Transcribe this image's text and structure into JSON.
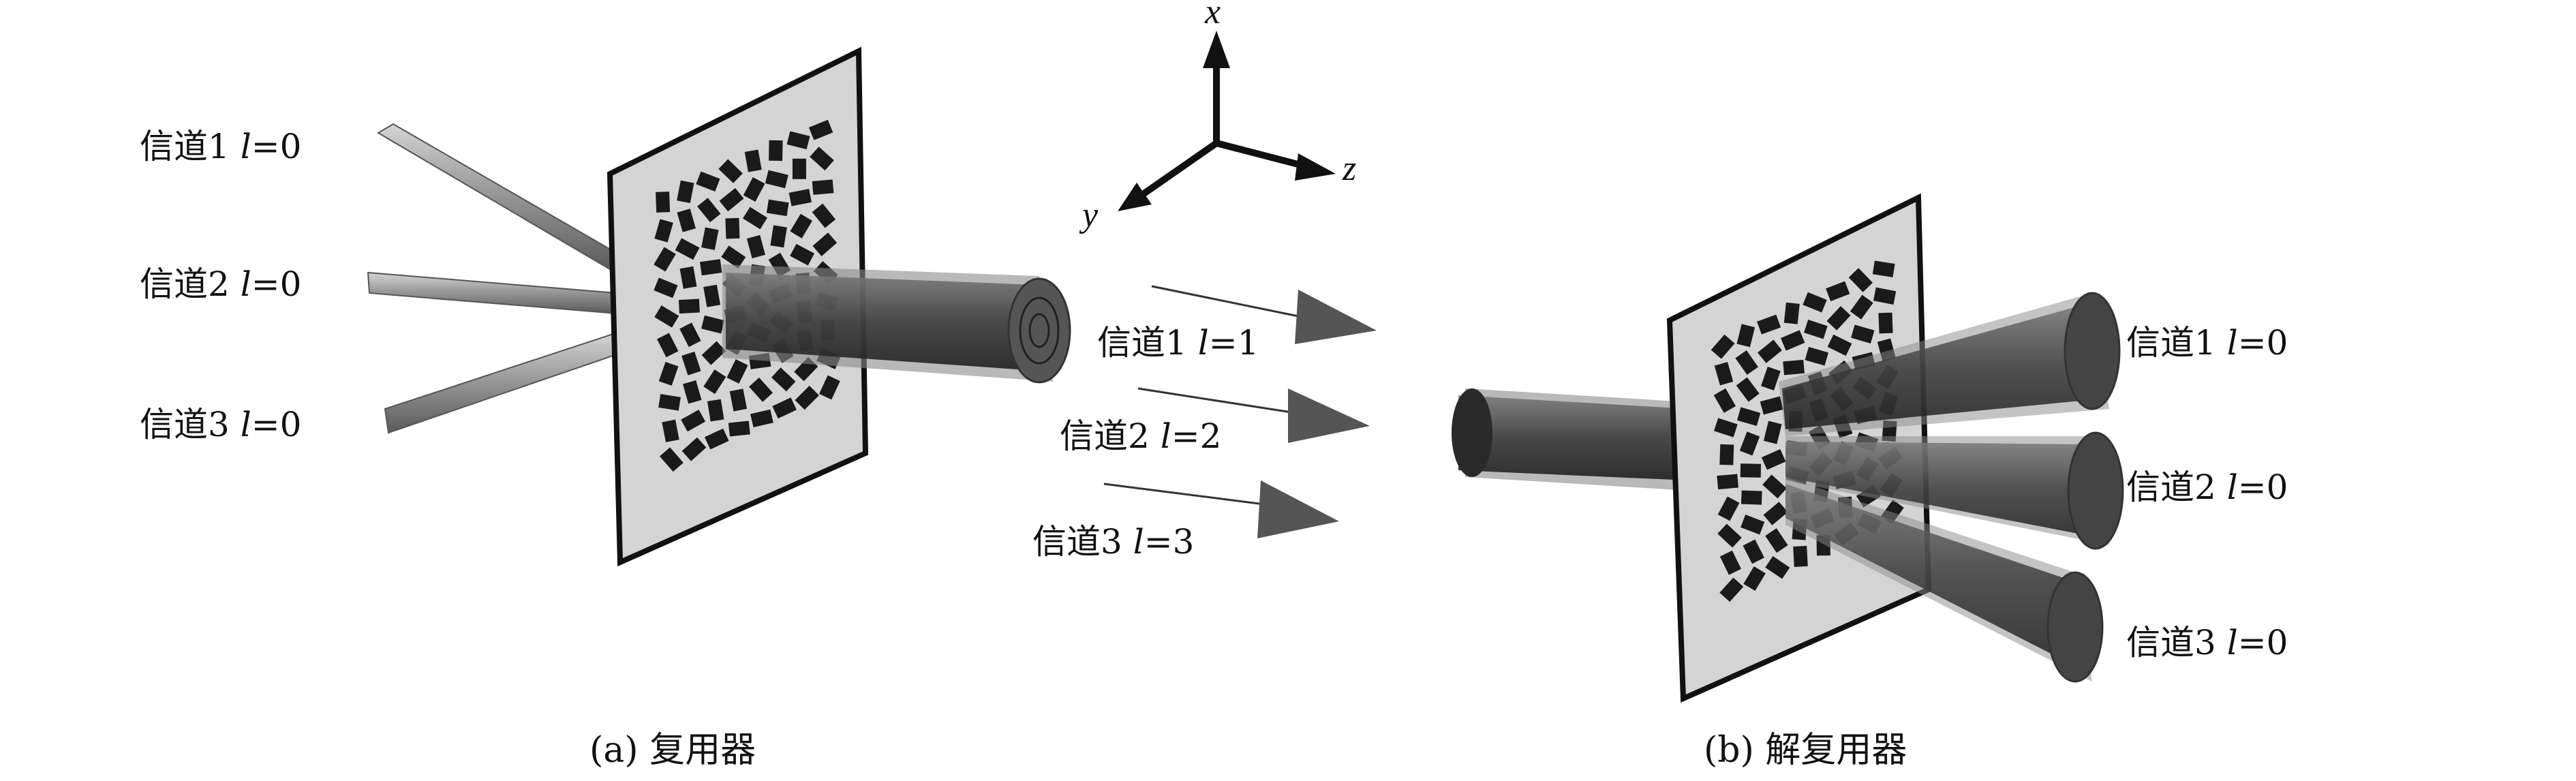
{
  "multiplexer": {
    "inputs": [
      {
        "channel": "信道1",
        "l_symbol": "l",
        "l_value": "=0"
      },
      {
        "channel": "信道2",
        "l_symbol": "l",
        "l_value": "=0"
      },
      {
        "channel": "信道3",
        "l_symbol": "l",
        "l_value": "=0"
      }
    ],
    "caption": "(a) 复用器"
  },
  "transmission": {
    "channels": [
      {
        "channel": "信道1",
        "l_symbol": "l",
        "l_value": "=1"
      },
      {
        "channel": "信道2",
        "l_symbol": "l",
        "l_value": "=2"
      },
      {
        "channel": "信道3",
        "l_symbol": "l",
        "l_value": "=3"
      }
    ]
  },
  "axes": {
    "x": "x",
    "y": "y",
    "z": "z"
  },
  "demultiplexer": {
    "outputs": [
      {
        "channel": "信道1",
        "l_symbol": "l",
        "l_value": "=0"
      },
      {
        "channel": "信道2",
        "l_symbol": "l",
        "l_value": "=0"
      },
      {
        "channel": "信道3",
        "l_symbol": "l",
        "l_value": "=0"
      }
    ],
    "caption": "(b) 解复用器"
  }
}
